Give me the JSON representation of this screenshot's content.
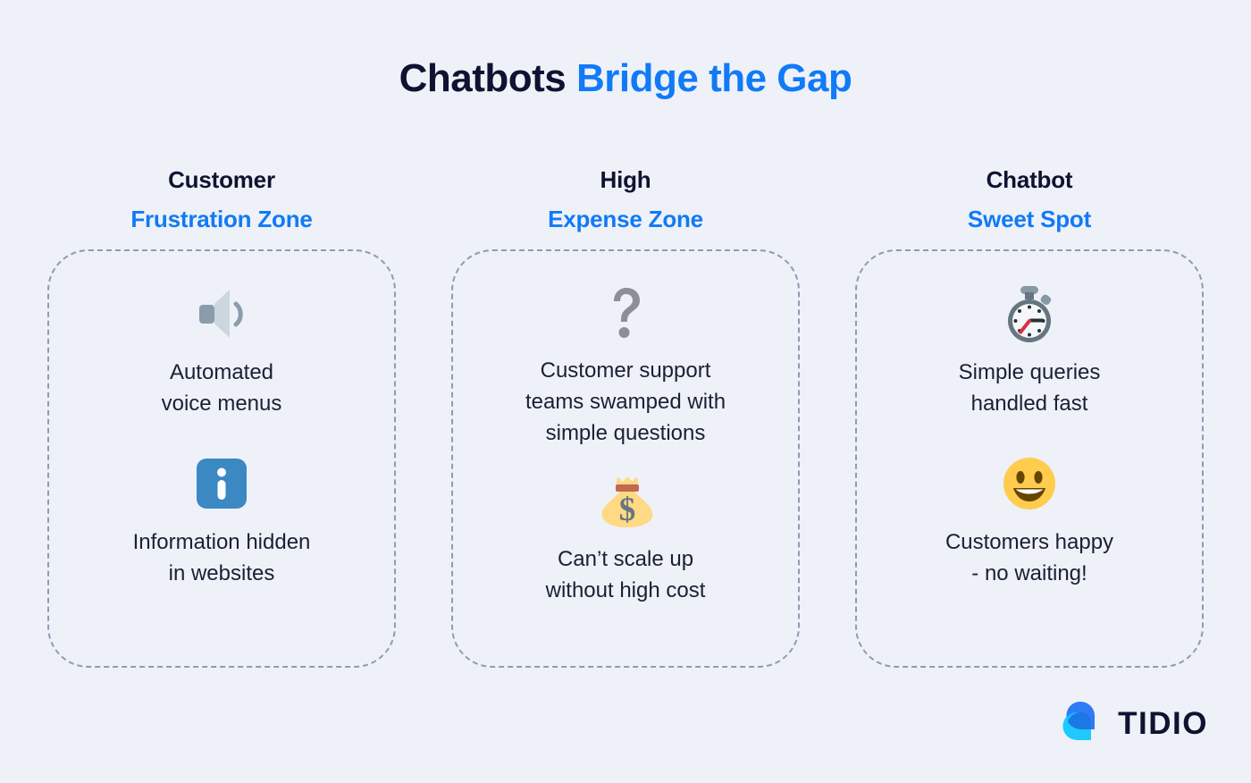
{
  "background_color": "#eef1f7",
  "accent_color": "#117af7",
  "dark_color": "#0d1330",
  "title": {
    "part_dark": "Chatbots",
    "part_blue": "Bridge the Gap"
  },
  "columns": [
    {
      "head_line1": "Customer",
      "head_line2": "Frustration Zone",
      "items": [
        {
          "icon": "speaker-icon",
          "text": "Automated\nvoice menus"
        },
        {
          "icon": "information-icon",
          "text": "Information hidden\nin websites"
        }
      ]
    },
    {
      "head_line1": "High",
      "head_line2": "Expense Zone",
      "items": [
        {
          "icon": "question-mark-icon",
          "text": "Customer support\nteams swamped with\nsimple questions"
        },
        {
          "icon": "money-bag-icon",
          "text": "Can’t scale up\nwithout high cost"
        }
      ]
    },
    {
      "head_line1": "Chatbot",
      "head_line2": "Sweet Spot",
      "items": [
        {
          "icon": "stopwatch-icon",
          "text": "Simple queries\nhandled fast"
        },
        {
          "icon": "grinning-face-icon",
          "text": "Customers happy\n- no waiting!"
        }
      ]
    }
  ],
  "logo": {
    "wordmark": "TIDIO",
    "mark_color_primary": "#2f7af5",
    "mark_color_secondary": "#0bc5ff"
  }
}
